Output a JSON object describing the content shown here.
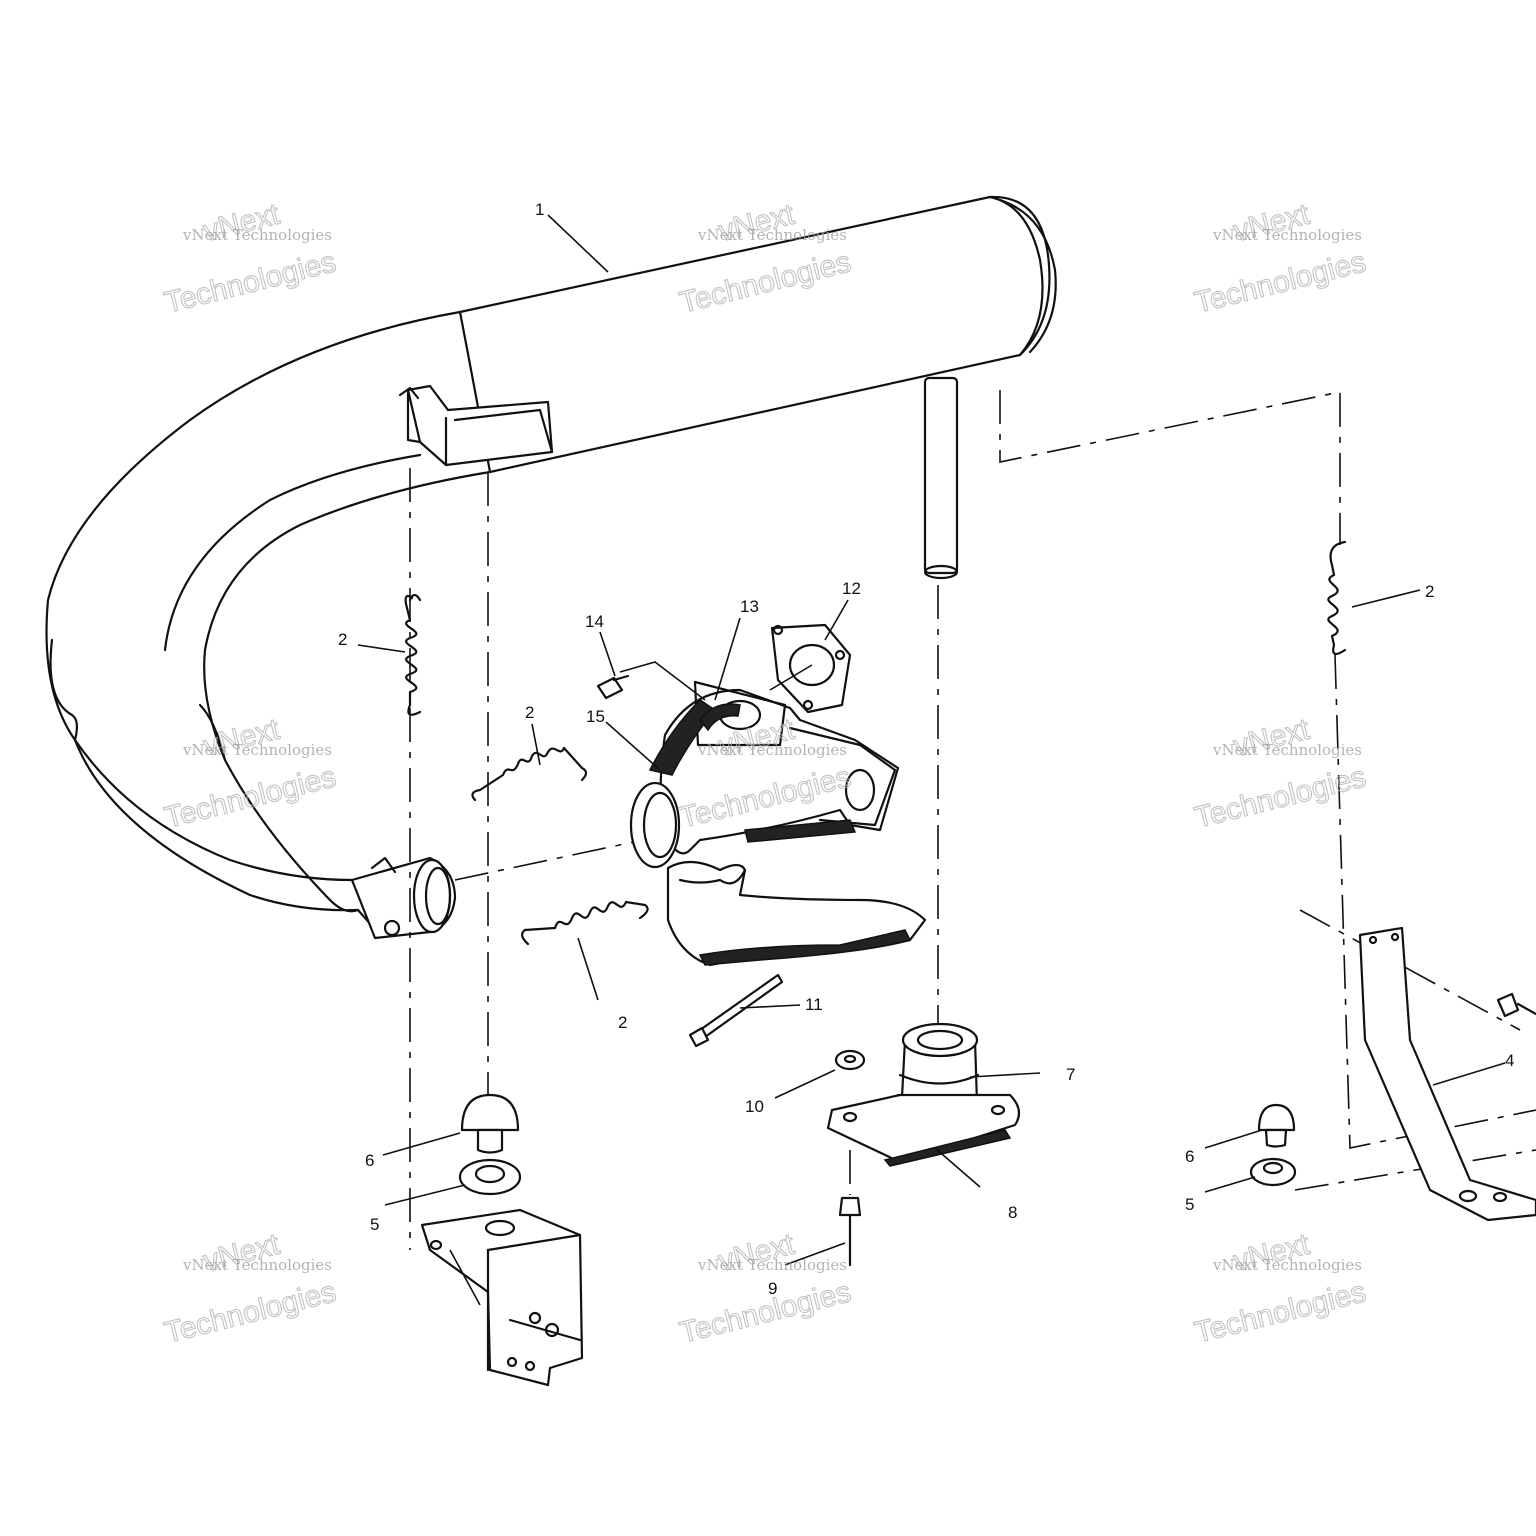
{
  "watermark": {
    "line_small": "vNext Technologies",
    "line_top": "vNext",
    "line_big": "Technologies"
  },
  "callouts": {
    "c1": "1",
    "c2a": "2",
    "c2b": "2",
    "c2c": "2",
    "c2d": "2",
    "c4": "4",
    "c5a": "5",
    "c5b": "5",
    "c6a": "6",
    "c6b": "6",
    "c7": "7",
    "c8": "8",
    "c9": "9",
    "c10": "10",
    "c11": "11",
    "c12": "12",
    "c13": "13",
    "c14": "14",
    "c15": "15"
  }
}
